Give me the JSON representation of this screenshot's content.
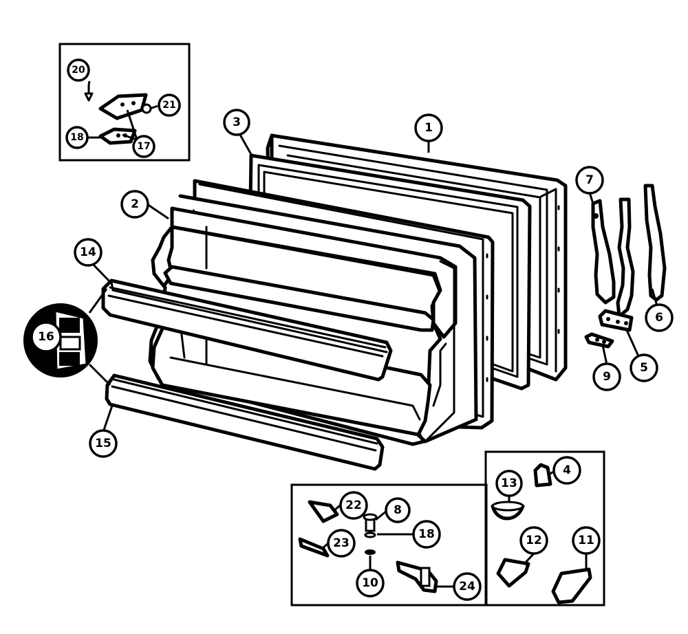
{
  "diagram": {
    "callouts": {
      "c1": "1",
      "c2": "2",
      "c3": "3",
      "c4": "4",
      "c5": "5",
      "c6": "6",
      "c7": "7",
      "c8": "8",
      "c9": "9",
      "c10": "10",
      "c11": "11",
      "c12": "12",
      "c13": "13",
      "c14": "14",
      "c15": "15",
      "c16": "16",
      "c17": "17",
      "c18a": "18",
      "c18b": "18",
      "c20": "20",
      "c21": "21",
      "c22": "22",
      "c23": "23",
      "c24": "24"
    },
    "colors": {
      "line": "#000000",
      "background": "#ffffff"
    }
  }
}
